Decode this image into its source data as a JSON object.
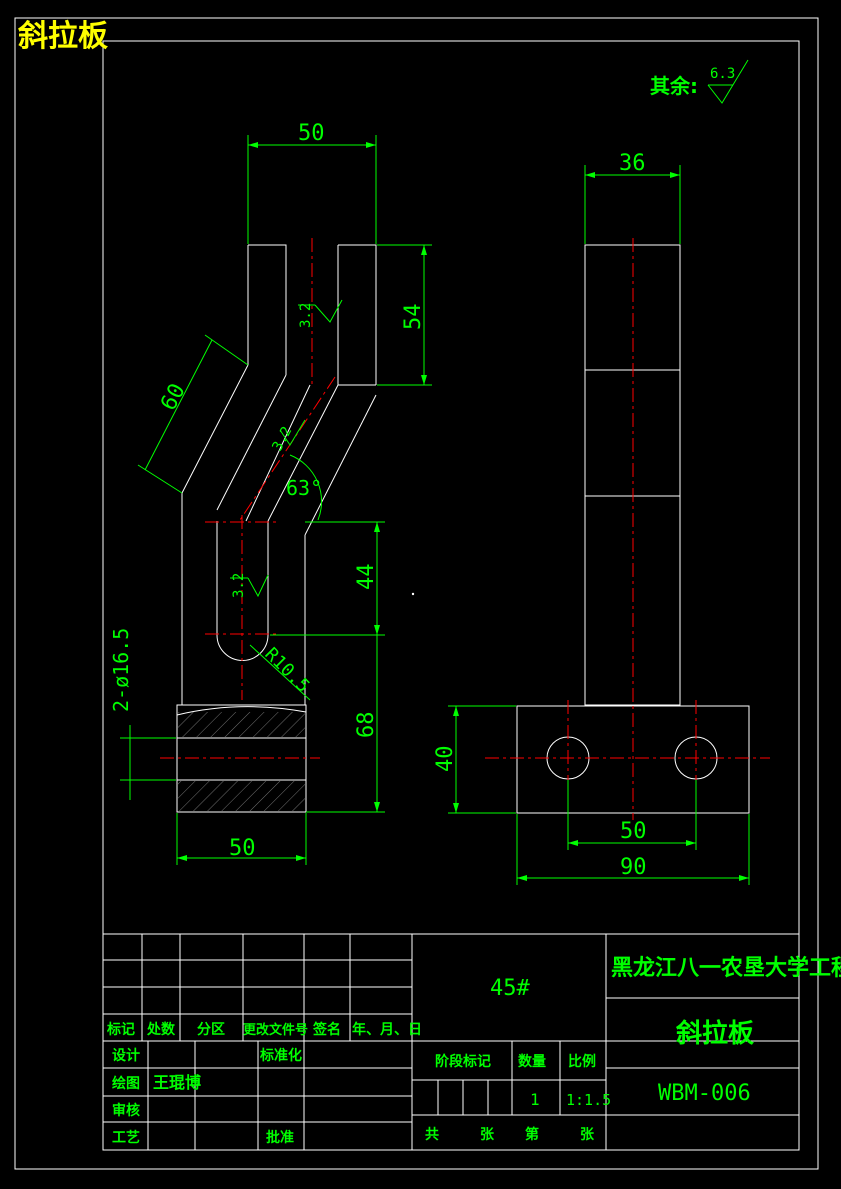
{
  "title": "斜拉板",
  "surface_note": {
    "label": "其余:",
    "value": "6.3"
  },
  "front_view": {
    "dims": {
      "top_width": "50",
      "slot_depth": "54",
      "incline_length": "60",
      "angle": "63°",
      "lower_slot": "44",
      "base_height": "68",
      "bottom_width": "50",
      "radius": "R10.5",
      "hole": "2-ø16.5"
    },
    "roughness": [
      "3.2",
      "3.2",
      "3.2"
    ]
  },
  "side_view": {
    "dims": {
      "top_width": "36",
      "base_height": "40",
      "hole_spacing": "50",
      "base_width": "90"
    }
  },
  "title_block": {
    "material": "45#",
    "school": "黑龙江八一农垦大学工程学院",
    "part_name": "斜拉板",
    "drawing_no": "WBM-006",
    "headers": [
      "标记",
      "处数",
      "分区",
      "更改文件号",
      "签名",
      "年、月、日"
    ],
    "design": "设计",
    "standardize": "标准化",
    "draw": "绘图",
    "drawer": "王琨博",
    "review": "审核",
    "process": "工艺",
    "approve": "批准",
    "stage_mark": "阶段标记",
    "qty_label": "数量",
    "scale_label": "比例",
    "qty": "1",
    "scale": "1:1.5",
    "total": "共",
    "sheets": "张",
    "page": "第",
    "sheet2": "张"
  }
}
